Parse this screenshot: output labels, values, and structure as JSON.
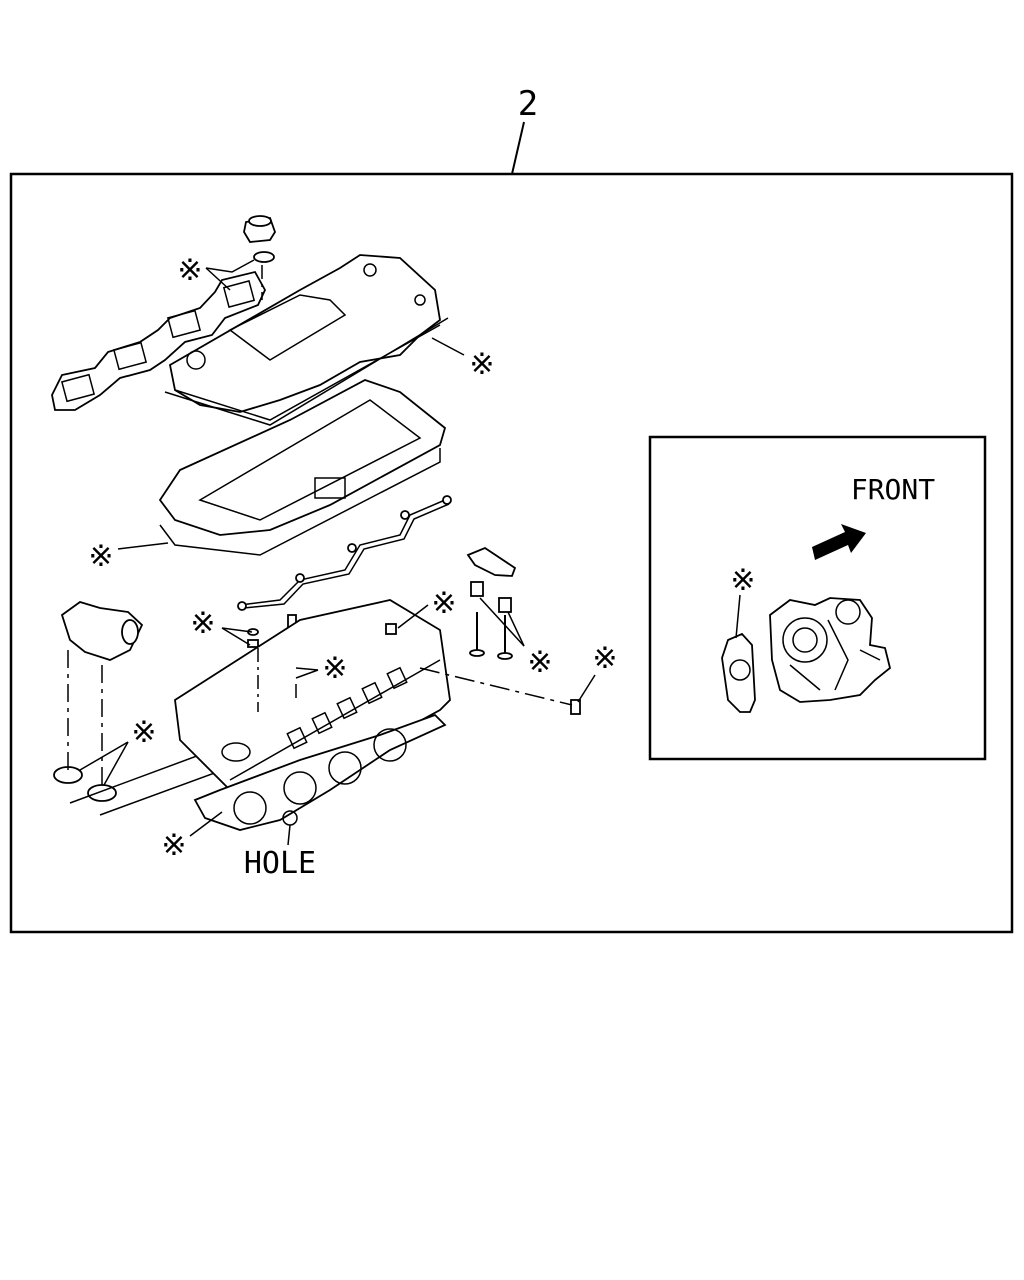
{
  "diagram": {
    "assembly_number": "2",
    "front_label": "FRONT",
    "hole_label": "HOLE",
    "kit_marker": "※",
    "colors": {
      "line": "#000000",
      "background": "#ffffff"
    }
  }
}
